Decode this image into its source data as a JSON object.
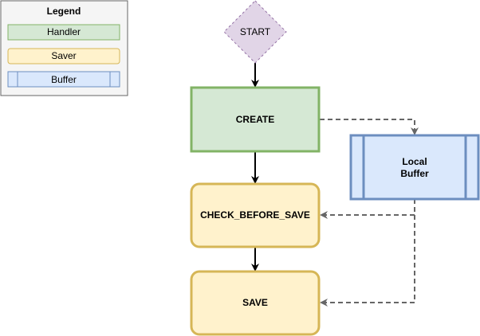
{
  "legend": {
    "title": "Legend",
    "items": [
      {
        "label": "Handler",
        "kind": "handler"
      },
      {
        "label": "Saver",
        "kind": "saver"
      },
      {
        "label": "Buffer",
        "kind": "buffer"
      }
    ]
  },
  "nodes": {
    "start": "START",
    "create": "CREATE",
    "local_buffer_line1": "Local",
    "local_buffer_line2": "Buffer",
    "check_before_save": "CHECK_BEFORE_SAVE",
    "save": "SAVE"
  },
  "colors": {
    "handler_fill": "#d5e8d4",
    "handler_stroke": "#82b366",
    "saver_fill": "#fff2cc",
    "saver_stroke": "#d6b656",
    "buffer_fill": "#dae8fc",
    "buffer_stroke": "#6c8ebf",
    "start_fill": "#e1d5e7",
    "start_stroke": "#9673a6",
    "legend_fill": "#f5f5f5",
    "legend_stroke": "#666666",
    "dashed_edge": "#666666",
    "solid_edge": "#000000"
  }
}
